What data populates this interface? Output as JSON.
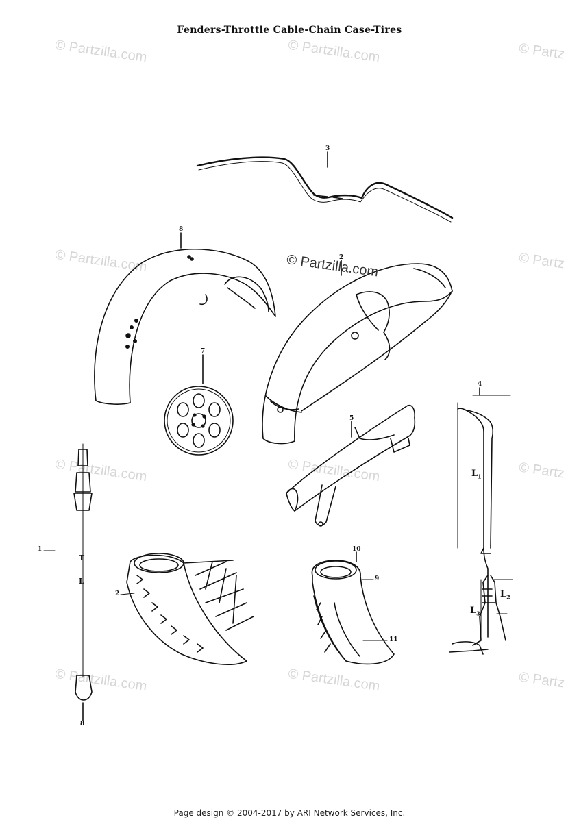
{
  "title": "Fenders-Throttle Cable-Chain Case-Tires",
  "watermark": "© Partzilla.com",
  "watermark_partial": "© Partz",
  "center_watermark": "© Partzilla.com",
  "footer": "Page design © 2004-2017 by ARI Network Services, Inc.",
  "callouts": {
    "handlebar": "3",
    "front_fender": "8",
    "rear_fender": "2",
    "sprocket": "7",
    "chain_case": "5",
    "throttle_cable": "4",
    "speedometer_cable": "1",
    "front_tire": "2",
    "tube_top": "10",
    "rear_tire": "9",
    "tube_bottom": "11",
    "cable_end": "8"
  },
  "dimensions": {
    "l1": "L",
    "l1_sub": "1",
    "l2": "L",
    "l2_sub": "2",
    "l3": "L",
    "l3_sub": "3",
    "lower_l": "L",
    "upper_l": "T"
  }
}
